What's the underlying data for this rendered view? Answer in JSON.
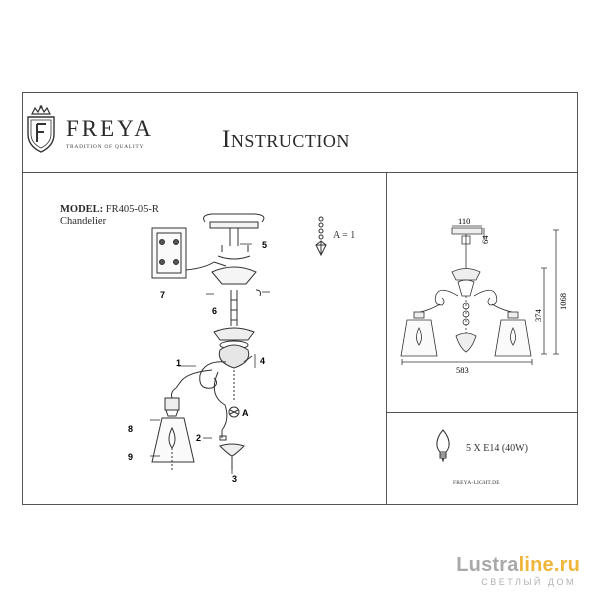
{
  "header": {
    "brand": "FREYA",
    "tagline": "TRADITION OF QUALITY",
    "title": "Instruction"
  },
  "product": {
    "model_label": "MODEL:",
    "model_value": "FR405-05-R",
    "kind": "Chandelier"
  },
  "assembly": {
    "callouts": [
      "1",
      "2",
      "3",
      "4",
      "5",
      "6",
      "7",
      "8",
      "9",
      "A"
    ],
    "parts_legend": "A = 1"
  },
  "dimensions": {
    "top_width": "110",
    "top_height": "64",
    "total_height": "1068",
    "body_height": "374",
    "width": "583"
  },
  "specs": {
    "bulbs": "5 X E14 (40W)",
    "website": "FREYA-LIGHT.DE"
  },
  "watermark": {
    "part_a": "Lustra",
    "part_b": "line.ru",
    "subtitle": "СВЕТЛЫЙ ДОМ",
    "color_gray": "#a9a9ab",
    "color_orange": "#f0b63a"
  }
}
